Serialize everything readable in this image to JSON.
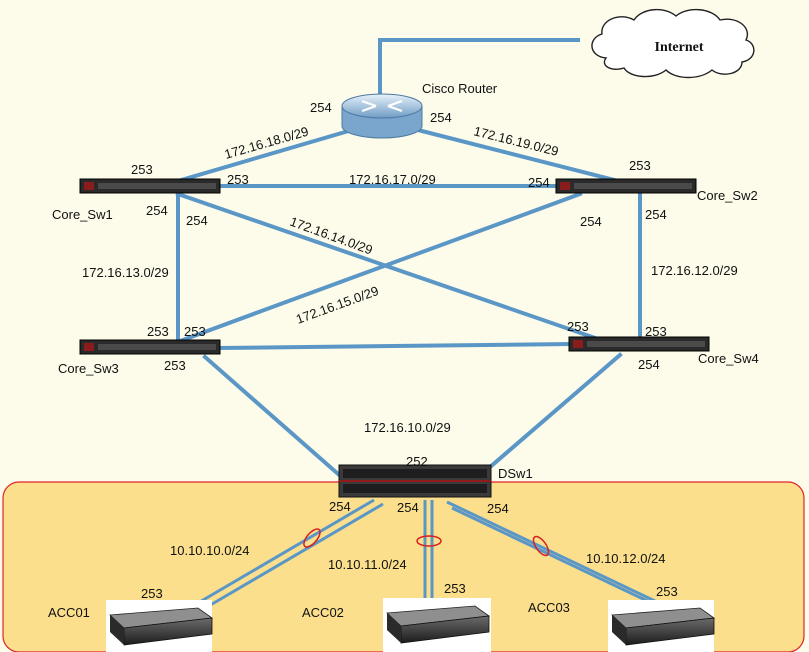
{
  "internet": {
    "label": "Internet"
  },
  "router": {
    "label": "Cisco Router",
    "if_left": "254",
    "if_right": "254"
  },
  "core_sw1": {
    "label": "Core_Sw1",
    "if_top": "253",
    "if_right": "253",
    "if_bottom": "254",
    "if_diag": "254"
  },
  "core_sw2": {
    "label": "Core_Sw2",
    "if_top": "253",
    "if_left": "254",
    "if_bottom": "254",
    "if_diag": "254"
  },
  "core_sw3": {
    "label": "Core_Sw3",
    "if_left": "253",
    "if_right": "253",
    "if_bottom": "253"
  },
  "core_sw4": {
    "label": "Core_Sw4",
    "if_left": "253",
    "if_right": "253",
    "if_bottom": "254"
  },
  "dsw1": {
    "label": "DSw1",
    "if_top": "252",
    "if_left": "254",
    "if_center": "254",
    "if_right": "254"
  },
  "acc01": {
    "label": "ACC01",
    "if_top": "253"
  },
  "acc02": {
    "label": "ACC02",
    "if_top": "253"
  },
  "acc03": {
    "label": "ACC03",
    "if_top": "253"
  },
  "subnets": {
    "router_sw1": "172.16.18.0/29",
    "router_sw2": "172.16.19.0/29",
    "sw1_sw2": "172.16.17.0/29",
    "sw1_sw4": "172.16.14.0/29",
    "sw2_sw3": "172.16.15.0/29",
    "sw1_sw3": "172.16.13.0/29",
    "sw2_sw4": "172.16.12.0/29",
    "core_dsw": "172.16.10.0/29",
    "acc01": "10.10.10.0/24",
    "acc02": "10.10.11.0/24",
    "acc03": "10.10.12.0/24"
  }
}
